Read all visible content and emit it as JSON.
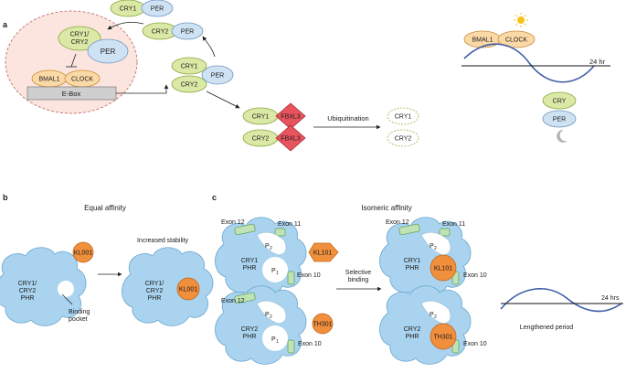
{
  "panels": {
    "a": "a",
    "b": "b",
    "c": "c"
  },
  "panel_a": {
    "cry1": "CRY1",
    "cry2": "CRY2",
    "per": "PER",
    "cry1_cry2_l1": "CRY1/",
    "cry1_cry2_l2": "CRY2",
    "bmal1": "BMAL1",
    "clock": "CLOCK",
    "ebox": "E-Box",
    "fbxl3": "FBXL3",
    "ubiquitination": "Ubiquitination",
    "cry": "CRY",
    "hours": "24 hr"
  },
  "panel_b": {
    "title": "Equal affinity",
    "increased_stability": "Increased stability",
    "phr_l1": "CRY1/",
    "phr_l2": "CRY2",
    "phr_l3": "PHR",
    "drug": "KL001",
    "binding_l1": "Binding",
    "binding_l2": "pocket"
  },
  "panel_c": {
    "title": "Isomeric affinity",
    "exon12": "Exon 12",
    "exon11": "Exon 11",
    "exon10": "Exon 10",
    "p": "P",
    "sub1": "1",
    "sub2": "2",
    "cry1": "CRY1",
    "cry2": "CRY2",
    "phr": "PHR",
    "kl101": "KL101",
    "th301": "TH301",
    "selective_l1": "Selective",
    "selective_l2": "binding",
    "hours": "24 hrs",
    "lengthened": "Lengthened period"
  },
  "colors": {
    "cry": "#dbe9a6",
    "per": "#cfe2f3",
    "bmal_clock": "#fbd9a7",
    "fbxl3": "#e8545e",
    "protein_cloud": "#a9d3ee",
    "drug": "#f08f3c",
    "wave": "#3f5da8",
    "nucleus": "#fbe5de"
  },
  "icons": [
    "sun-icon",
    "moon-icon",
    "arrow-icon",
    "inhibition-icon"
  ]
}
